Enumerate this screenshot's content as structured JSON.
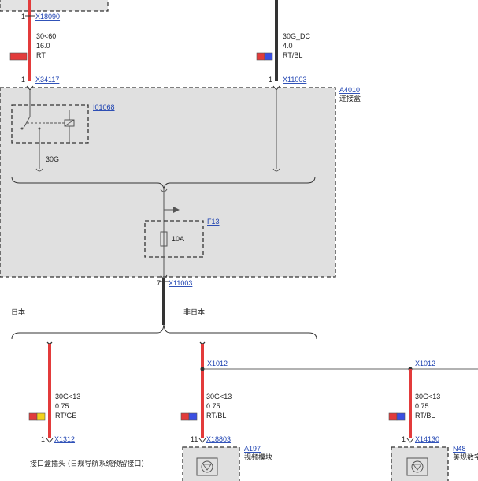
{
  "top_left_wire": {
    "connector": "X18090",
    "pin": "1",
    "spec": [
      "30<60",
      "16.0",
      "RT"
    ],
    "colors": [
      "#e23b3b"
    ]
  },
  "top_left_wire_bottom": {
    "connector": "X34117",
    "pin": "1"
  },
  "top_right_wire": {
    "spec": [
      "30G_DC",
      "4.0",
      "RT/BL"
    ],
    "colors": [
      "#e23b3b",
      "#3b4fe2"
    ]
  },
  "top_right_wire_bottom": {
    "connector": "X11003",
    "pin": "1"
  },
  "module": {
    "id": "A4010",
    "name": "连接盒"
  },
  "relay": {
    "id": "I01068",
    "terminal": "30G"
  },
  "fuse": {
    "id": "F13",
    "rating": "10A"
  },
  "module_output": {
    "pin": "7",
    "connector": "X11003"
  },
  "branches": {
    "left_label": "日本",
    "right_label": "非日本"
  },
  "branch_wires": [
    {
      "spec": [
        "30G<13",
        "0.75",
        "RT/GE"
      ],
      "colors": [
        "#e23b3b",
        "#f2d21b"
      ],
      "pin": "1",
      "connector": "X1312",
      "desc": "接口盒插头 (日规导航系统预留接口)"
    },
    {
      "spec": [
        "30G<13",
        "0.75",
        "RT/BL"
      ],
      "colors": [
        "#e23b3b",
        "#3b4fe2"
      ],
      "pin": "11",
      "connector": "X18803",
      "device_id": "A197",
      "device_name": "视频模块"
    },
    {
      "spec": [
        "30G<13",
        "0.75",
        "RT/BL"
      ],
      "colors": [
        "#e23b3b",
        "#3b4fe2"
      ],
      "pin": "1",
      "connector": "X14130",
      "device_id": "N48",
      "device_name": "美规数字"
    }
  ],
  "splice": {
    "connector": "X1012"
  },
  "icons": [
    "relay-symbol",
    "fuse-symbol",
    "device-symbol",
    "splice-dot"
  ]
}
